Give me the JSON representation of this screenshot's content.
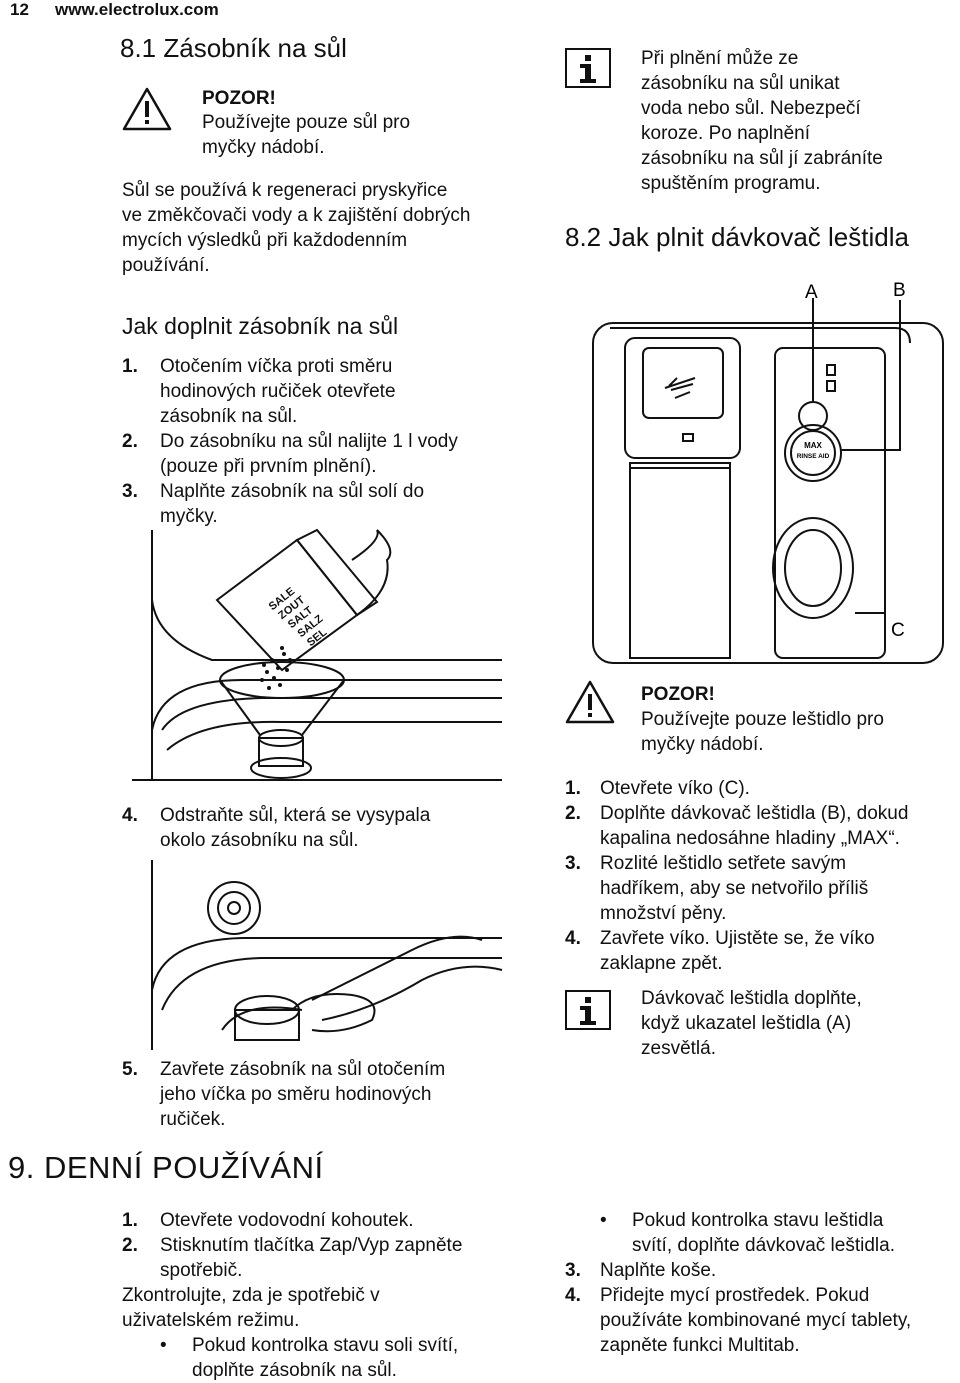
{
  "header": {
    "page_number": "12",
    "site": "www.electrolux.com"
  },
  "s81": {
    "title": "8.1 Zásobník na sůl",
    "warn_title": "POZOR!",
    "warn_text": [
      "Používejte pouze sůl pro",
      "myčky nádobí."
    ],
    "intro": [
      "Sůl se používá k regeneraci pryskyřice",
      "ve změkčovači vody a k zajištění dobrých",
      "mycích výsledků při každodenním",
      "používání."
    ],
    "sub_title": "Jak doplnit zásobník na sůl",
    "steps": [
      {
        "n": "1.",
        "lines": [
          "Otočením víčka proti směru",
          "hodinových ručiček otevřete",
          "zásobník na sůl."
        ]
      },
      {
        "n": "2.",
        "lines": [
          "Do zásobníku na sůl nalijte 1 l vody",
          "(pouze při prvním plnění)."
        ]
      },
      {
        "n": "3.",
        "lines": [
          "Naplňte zásobník na sůl solí do",
          "myčky."
        ]
      }
    ],
    "box_label": [
      "SALE",
      "ZOUT",
      "SALT",
      "SALZ",
      "SEL"
    ],
    "step4": {
      "n": "4.",
      "lines": [
        "Odstraňte sůl, která se vysypala",
        "okolo zásobníku na sůl."
      ]
    },
    "step5": {
      "n": "5.",
      "lines": [
        "Zavřete zásobník na sůl otočením",
        "jeho víčka po směru hodinových",
        "ručiček."
      ]
    }
  },
  "info1": [
    "Při plnění může ze",
    "zásobníku na sůl unikat",
    "voda nebo sůl. Nebezpečí",
    "koroze. Po naplnění",
    "zásobníku na sůl jí zabráníte",
    "spuštěním programu."
  ],
  "s82": {
    "title": "8.2 Jak plnit dávkovač leštidla",
    "label_a": "A",
    "label_b": "B",
    "label_c": "C",
    "dial_line1": "MAX",
    "dial_line2": "RINSE AID",
    "warn_title": "POZOR!",
    "warn_text": [
      "Používejte pouze leštidlo pro",
      "myčky nádobí."
    ],
    "steps": [
      {
        "n": "1.",
        "lines": [
          "Otevřete víko (C)."
        ]
      },
      {
        "n": "2.",
        "lines": [
          "Doplňte dávkovač leštidla (B), dokud",
          "kapalina nedosáhne hladiny „MAX“."
        ]
      },
      {
        "n": "3.",
        "lines": [
          "Rozlité leštidlo setřete savým",
          "hadříkem, aby se netvořilo příliš",
          "množství pěny."
        ]
      },
      {
        "n": "4.",
        "lines": [
          "Zavřete víko. Ujistěte se, že víko",
          "zaklapne zpět."
        ]
      }
    ],
    "info": [
      "Dávkovač leštidla doplňte,",
      "když ukazatel leštidla (A)",
      "zesvětlá."
    ]
  },
  "s9": {
    "title": "9. DENNÍ POUŽÍVÁNÍ",
    "steps": [
      {
        "n": "1.",
        "lines": [
          "Otevřete vodovodní kohoutek."
        ]
      },
      {
        "n": "2.",
        "lines": [
          "Stisknutím tlačítka Zap/Vyp zapněte",
          "spotřebič."
        ]
      }
    ],
    "check": [
      "Zkontrolujte, zda je spotřebič v",
      "uživatelském režimu."
    ],
    "bullet_left": [
      "Pokud kontrolka stavu soli svítí,",
      "doplňte zásobník na sůl."
    ],
    "bullet_right": [
      "Pokud kontrolka stavu leštidla",
      "svítí, doplňte dávkovač leštidla."
    ],
    "steps_right": [
      {
        "n": "3.",
        "lines": [
          "Naplňte koše."
        ]
      },
      {
        "n": "4.",
        "lines": [
          "Přidejte mycí prostředek. Pokud",
          "používáte kombinované mycí tablety,",
          "zapněte funkci Multitab."
        ]
      }
    ]
  }
}
